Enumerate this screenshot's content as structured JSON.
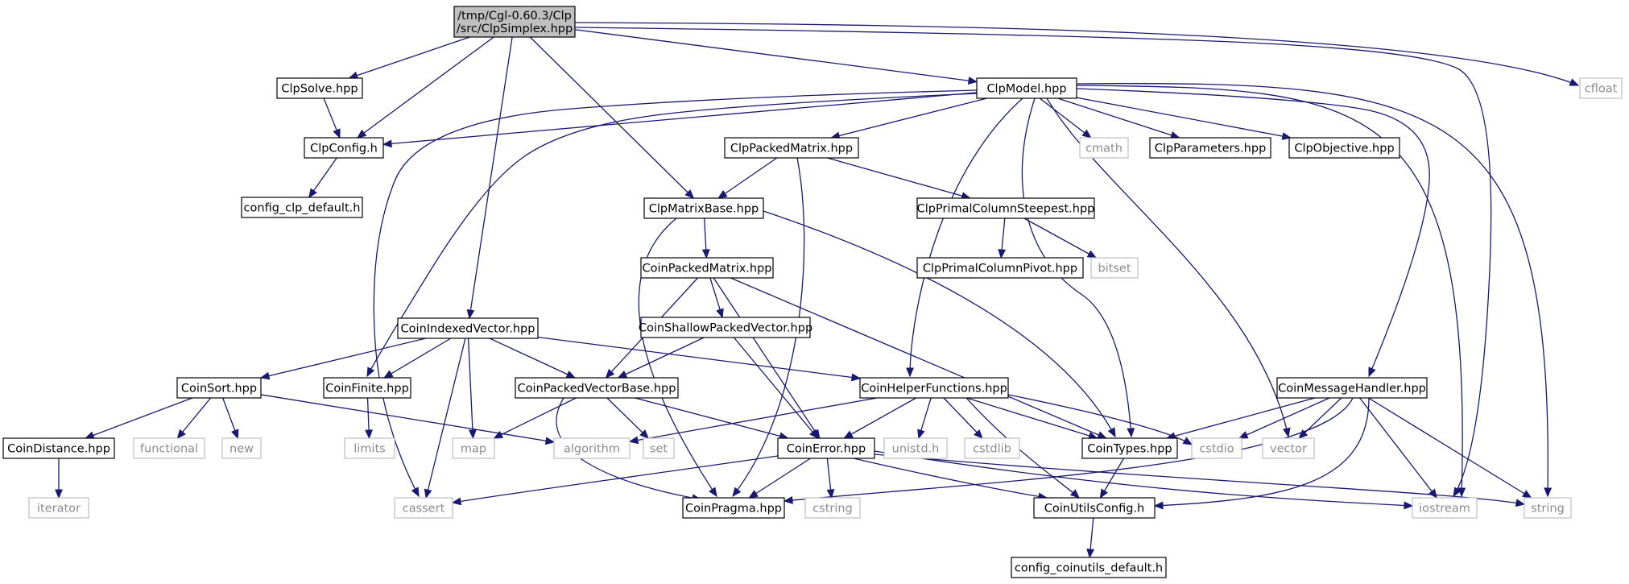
{
  "diagram": {
    "colors": {
      "edge": "#191970",
      "root_fill": "#bfbfbf",
      "file_stroke": "#000000",
      "system_stroke": "#bfbfbf",
      "file_text": "#000000",
      "system_text": "#8c8c8c"
    },
    "nodes": [
      {
        "id": "clpsimplex",
        "label_lines": [
          "/tmp/Cgl-0.60.3/Clp",
          "/src/ClpSimplex.hpp"
        ],
        "kind": "root"
      },
      {
        "id": "clpsolve",
        "label_lines": [
          "ClpSolve.hpp"
        ],
        "kind": "file"
      },
      {
        "id": "clpconfig",
        "label_lines": [
          "ClpConfig.h"
        ],
        "kind": "file"
      },
      {
        "id": "config-clp-default",
        "label_lines": [
          "config_clp_default.h"
        ],
        "kind": "file"
      },
      {
        "id": "clpmodel",
        "label_lines": [
          "ClpModel.hpp"
        ],
        "kind": "file"
      },
      {
        "id": "cfloat",
        "label_lines": [
          "cfloat"
        ],
        "kind": "system"
      },
      {
        "id": "clppackedmatrix",
        "label_lines": [
          "ClpPackedMatrix.hpp"
        ],
        "kind": "file"
      },
      {
        "id": "cmath",
        "label_lines": [
          "cmath"
        ],
        "kind": "system"
      },
      {
        "id": "clpparameters",
        "label_lines": [
          "ClpParameters.hpp"
        ],
        "kind": "file"
      },
      {
        "id": "clpobjective",
        "label_lines": [
          "ClpObjective.hpp"
        ],
        "kind": "file"
      },
      {
        "id": "clpmatrixbase",
        "label_lines": [
          "ClpMatrixBase.hpp"
        ],
        "kind": "file"
      },
      {
        "id": "clpprimalcolumnsteepest",
        "label_lines": [
          "ClpPrimalColumnSteepest.hpp"
        ],
        "kind": "file"
      },
      {
        "id": "clpprimalcolumnpivot",
        "label_lines": [
          "ClpPrimalColumnPivot.hpp"
        ],
        "kind": "file"
      },
      {
        "id": "bitset",
        "label_lines": [
          "bitset"
        ],
        "kind": "system"
      },
      {
        "id": "coinpackedmatrix",
        "label_lines": [
          "CoinPackedMatrix.hpp"
        ],
        "kind": "file"
      },
      {
        "id": "coinshallowpackedvector",
        "label_lines": [
          "CoinShallowPackedVector.hpp"
        ],
        "kind": "file"
      },
      {
        "id": "coinindexedvector",
        "label_lines": [
          "CoinIndexedVector.hpp"
        ],
        "kind": "file"
      },
      {
        "id": "coinsort",
        "label_lines": [
          "CoinSort.hpp"
        ],
        "kind": "file"
      },
      {
        "id": "coinfinite",
        "label_lines": [
          "CoinFinite.hpp"
        ],
        "kind": "file"
      },
      {
        "id": "coinpackedvectorbase",
        "label_lines": [
          "CoinPackedVectorBase.hpp"
        ],
        "kind": "file"
      },
      {
        "id": "coinhelperfunctions",
        "label_lines": [
          "CoinHelperFunctions.hpp"
        ],
        "kind": "file"
      },
      {
        "id": "coinmessagehandler",
        "label_lines": [
          "CoinMessageHandler.hpp"
        ],
        "kind": "file"
      },
      {
        "id": "coindistance",
        "label_lines": [
          "CoinDistance.hpp"
        ],
        "kind": "file"
      },
      {
        "id": "functional",
        "label_lines": [
          "functional"
        ],
        "kind": "system"
      },
      {
        "id": "new",
        "label_lines": [
          "new"
        ],
        "kind": "system"
      },
      {
        "id": "limits",
        "label_lines": [
          "limits"
        ],
        "kind": "system"
      },
      {
        "id": "map",
        "label_lines": [
          "map"
        ],
        "kind": "system"
      },
      {
        "id": "algorithm",
        "label_lines": [
          "algorithm"
        ],
        "kind": "system"
      },
      {
        "id": "set",
        "label_lines": [
          "set"
        ],
        "kind": "system"
      },
      {
        "id": "coinerror",
        "label_lines": [
          "CoinError.hpp"
        ],
        "kind": "file"
      },
      {
        "id": "unistd",
        "label_lines": [
          "unistd.h"
        ],
        "kind": "system"
      },
      {
        "id": "cstdlib",
        "label_lines": [
          "cstdlib"
        ],
        "kind": "system"
      },
      {
        "id": "cointypes",
        "label_lines": [
          "CoinTypes.hpp"
        ],
        "kind": "file"
      },
      {
        "id": "cstdio",
        "label_lines": [
          "cstdio"
        ],
        "kind": "system"
      },
      {
        "id": "vector",
        "label_lines": [
          "vector"
        ],
        "kind": "system"
      },
      {
        "id": "iterator",
        "label_lines": [
          "iterator"
        ],
        "kind": "system"
      },
      {
        "id": "cassert",
        "label_lines": [
          "cassert"
        ],
        "kind": "system"
      },
      {
        "id": "coinpragma",
        "label_lines": [
          "CoinPragma.hpp"
        ],
        "kind": "file"
      },
      {
        "id": "cstring",
        "label_lines": [
          "cstring"
        ],
        "kind": "system"
      },
      {
        "id": "coinutilsconfig",
        "label_lines": [
          "CoinUtilsConfig.h"
        ],
        "kind": "file"
      },
      {
        "id": "iostream",
        "label_lines": [
          "iostream"
        ],
        "kind": "system"
      },
      {
        "id": "string",
        "label_lines": [
          "string"
        ],
        "kind": "system"
      },
      {
        "id": "config-coinutils-default",
        "label_lines": [
          "config_coinutils_default.h"
        ],
        "kind": "file"
      }
    ],
    "edges": [
      {
        "from": "clpsimplex",
        "to": "clpsolve"
      },
      {
        "from": "clpsimplex",
        "to": "clpconfig"
      },
      {
        "from": "clpsimplex",
        "to": "clpmodel"
      },
      {
        "from": "clpsimplex",
        "to": "clpmatrixbase"
      },
      {
        "from": "clpsimplex",
        "to": "coinindexedvector"
      },
      {
        "from": "clpsimplex",
        "to": "cfloat"
      },
      {
        "from": "clpsimplex",
        "to": "iostream"
      },
      {
        "from": "clpsolve",
        "to": "clpconfig"
      },
      {
        "from": "clpconfig",
        "to": "config-clp-default"
      },
      {
        "from": "clpmodel",
        "to": "clpconfig"
      },
      {
        "from": "clpmodel",
        "to": "clppackedmatrix"
      },
      {
        "from": "clpmodel",
        "to": "cmath"
      },
      {
        "from": "clpmodel",
        "to": "clpparameters"
      },
      {
        "from": "clpmodel",
        "to": "clpobjective"
      },
      {
        "from": "clpmodel",
        "to": "coinfinite"
      },
      {
        "from": "clpmodel",
        "to": "cassert"
      },
      {
        "from": "clpmodel",
        "to": "coinhelperfunctions"
      },
      {
        "from": "clpmodel",
        "to": "cointypes"
      },
      {
        "from": "clpmodel",
        "to": "vector"
      },
      {
        "from": "clpmodel",
        "to": "coinmessagehandler"
      },
      {
        "from": "clpmodel",
        "to": "iostream"
      },
      {
        "from": "clpmodel",
        "to": "string"
      },
      {
        "from": "clppackedmatrix",
        "to": "clpmatrixbase"
      },
      {
        "from": "clppackedmatrix",
        "to": "clpprimalcolumnsteepest"
      },
      {
        "from": "clppackedmatrix",
        "to": "coinpragma"
      },
      {
        "from": "clpprimalcolumnsteepest",
        "to": "clpprimalcolumnpivot"
      },
      {
        "from": "clpprimalcolumnsteepest",
        "to": "bitset"
      },
      {
        "from": "clpmatrixbase",
        "to": "coinpackedmatrix"
      },
      {
        "from": "clpmatrixbase",
        "to": "cointypes"
      },
      {
        "from": "clpmatrixbase",
        "to": "coinpragma"
      },
      {
        "from": "coinpackedmatrix",
        "to": "coinshallowpackedvector"
      },
      {
        "from": "coinpackedmatrix",
        "to": "coinpackedvectorbase"
      },
      {
        "from": "coinpackedmatrix",
        "to": "coinerror"
      },
      {
        "from": "coinpackedmatrix",
        "to": "cointypes"
      },
      {
        "from": "coinshallowpackedvector",
        "to": "coinpackedvectorbase"
      },
      {
        "from": "coinshallowpackedvector",
        "to": "coinerror"
      },
      {
        "from": "coinindexedvector",
        "to": "coinsort"
      },
      {
        "from": "coinindexedvector",
        "to": "coinfinite"
      },
      {
        "from": "coinindexedvector",
        "to": "coinpackedvectorbase"
      },
      {
        "from": "coinindexedvector",
        "to": "coinhelperfunctions"
      },
      {
        "from": "coinindexedvector",
        "to": "map"
      },
      {
        "from": "coinindexedvector",
        "to": "cassert"
      },
      {
        "from": "coinsort",
        "to": "coindistance"
      },
      {
        "from": "coinsort",
        "to": "functional"
      },
      {
        "from": "coinsort",
        "to": "new"
      },
      {
        "from": "coinsort",
        "to": "algorithm"
      },
      {
        "from": "coindistance",
        "to": "iterator"
      },
      {
        "from": "coinfinite",
        "to": "limits"
      },
      {
        "from": "coinpackedvectorbase",
        "to": "map"
      },
      {
        "from": "coinpackedvectorbase",
        "to": "set"
      },
      {
        "from": "coinpackedvectorbase",
        "to": "coinerror"
      },
      {
        "from": "coinpackedvectorbase",
        "to": "coinpragma"
      },
      {
        "from": "coinhelperfunctions",
        "to": "algorithm"
      },
      {
        "from": "coinhelperfunctions",
        "to": "coinerror"
      },
      {
        "from": "coinhelperfunctions",
        "to": "unistd"
      },
      {
        "from": "coinhelperfunctions",
        "to": "cstdlib"
      },
      {
        "from": "coinhelperfunctions",
        "to": "cointypes"
      },
      {
        "from": "coinhelperfunctions",
        "to": "cstdio"
      },
      {
        "from": "coinhelperfunctions",
        "to": "coinutilsconfig"
      },
      {
        "from": "coinmessagehandler",
        "to": "cointypes"
      },
      {
        "from": "coinmessagehandler",
        "to": "cstdio"
      },
      {
        "from": "coinmessagehandler",
        "to": "vector"
      },
      {
        "from": "coinmessagehandler",
        "to": "coinpragma"
      },
      {
        "from": "coinmessagehandler",
        "to": "coinutilsconfig"
      },
      {
        "from": "coinmessagehandler",
        "to": "iostream"
      },
      {
        "from": "coinmessagehandler",
        "to": "string"
      },
      {
        "from": "coinerror",
        "to": "cassert"
      },
      {
        "from": "coinerror",
        "to": "coinpragma"
      },
      {
        "from": "coinerror",
        "to": "cstring"
      },
      {
        "from": "coinerror",
        "to": "coinutilsconfig"
      },
      {
        "from": "coinerror",
        "to": "iostream"
      },
      {
        "from": "coinerror",
        "to": "string"
      },
      {
        "from": "cointypes",
        "to": "coinutilsconfig"
      },
      {
        "from": "coinutilsconfig",
        "to": "config-coinutils-default"
      }
    ]
  }
}
